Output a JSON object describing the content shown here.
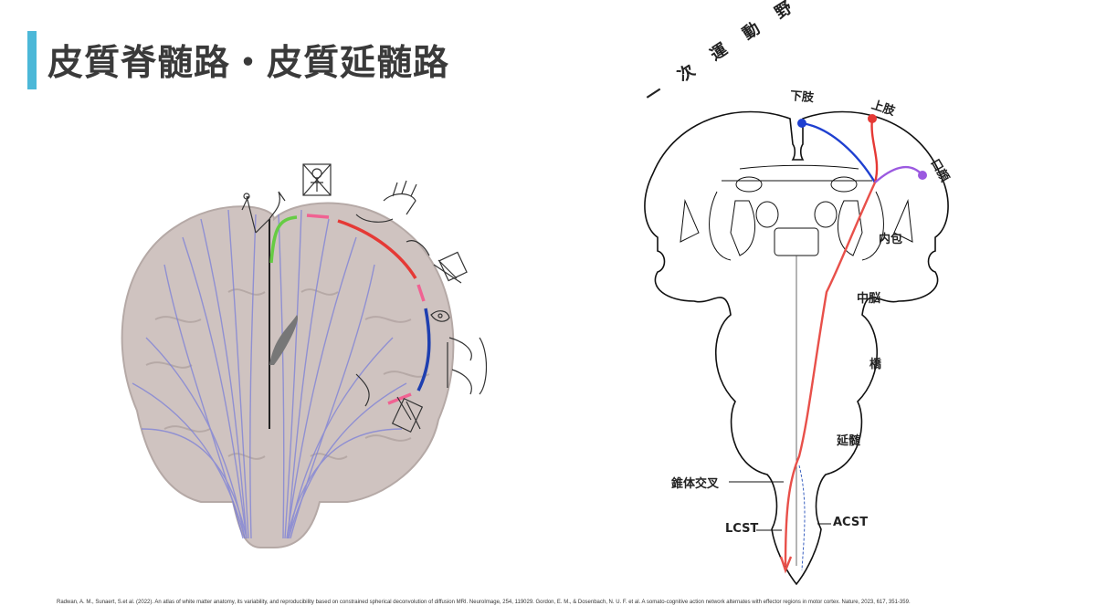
{
  "slide": {
    "title": "皮質脊髄路・皮質延髄路",
    "accent_color": "#4cb8d8"
  },
  "figure_brain": {
    "icons": [
      "leg-homunculus-icon",
      "trunk-figure-icon",
      "arm-hand-icon",
      "fingers-figure-icon",
      "eye-icon",
      "face-mouth-icon",
      "tongue-figure-icon"
    ],
    "tract_colors": {
      "leg": "#66cc44",
      "arm": "#e53935",
      "face": "#1e3fb0",
      "boundary": "#f06292",
      "fibers": "#7b7fd8"
    }
  },
  "figure_cst": {
    "labels": {
      "primary_motor": "一 次 運 動 野",
      "lower_limb": "下肢",
      "upper_limb": "上肢",
      "face": "口顔",
      "internal_capsule": "内包",
      "midbrain": "中脳",
      "pons": "橋",
      "medulla": "延髄",
      "decussation": "錐体交叉",
      "lcst": "LCST",
      "acst": "ACST"
    },
    "tract_colors": {
      "lower_limb": "#1e3fd0",
      "upper_limb": "#e53935",
      "face": "#9b59e0",
      "main_tract": "#e8504a",
      "acst_line": "#3a60c0"
    }
  },
  "references": "Radwan, A. M., Sunaert, S.et al. (2022). An atlas of white matter anatomy, its variability, and reproducibility based on constrained spherical deconvolution of diffusion MRI. NeuroImage, 254, 119029.   Gordon, E. M., & Dosenbach, N. U. F. et al. A somato-cognitive action network alternates with effector regions in motor cortex. Nature, 2023, 617, 351-359."
}
